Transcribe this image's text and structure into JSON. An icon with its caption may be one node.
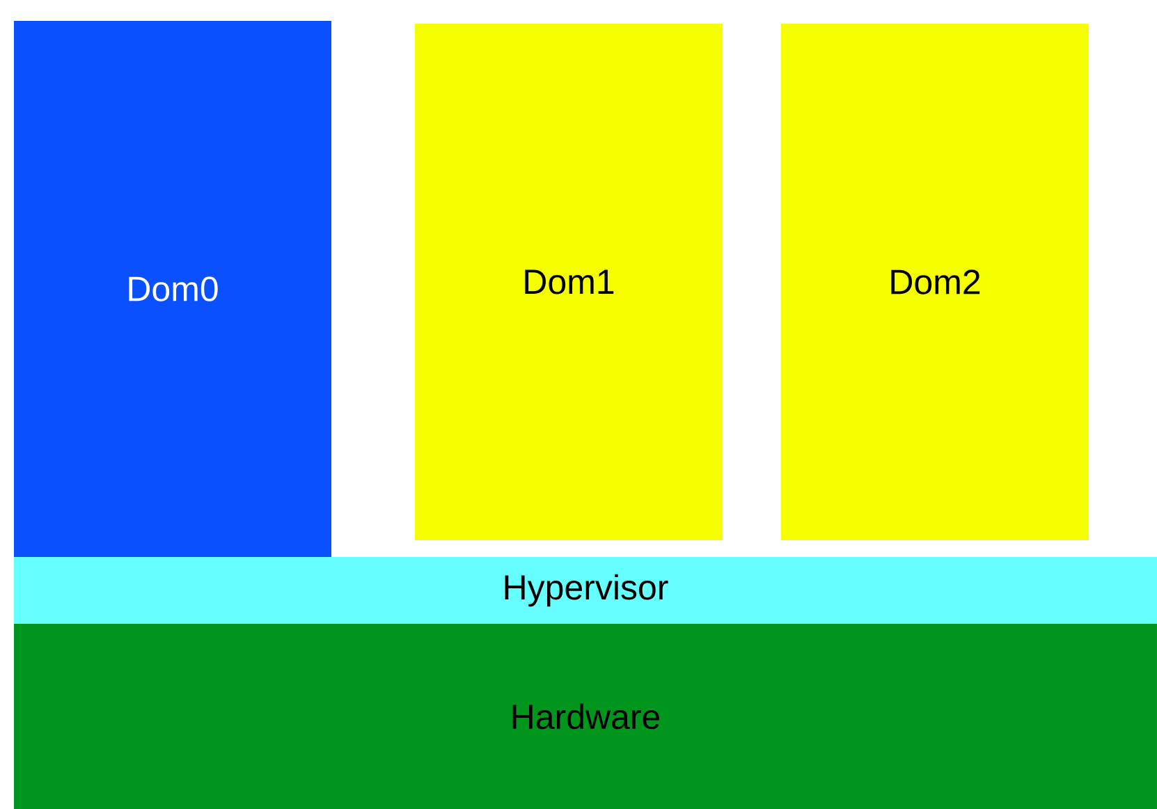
{
  "diagram": {
    "nodes": [
      {
        "text": [
          "Dom0"
        ]
      },
      {
        "text": [
          "Dom1"
        ]
      },
      {
        "text": [
          "Dom2"
        ]
      },
      {
        "text": [
          "Hypervisor"
        ]
      },
      {
        "text": [
          "Hardware"
        ]
      }
    ]
  }
}
